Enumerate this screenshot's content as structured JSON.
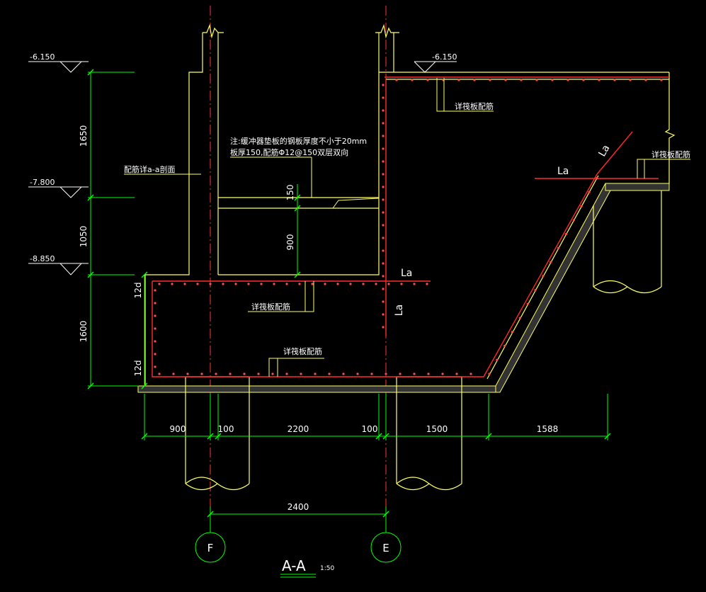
{
  "colors": {
    "background": "#000000",
    "concrete": "#ffff66",
    "dimension": "#00ff00",
    "rebar": "#ff2a2a",
    "grid_axis": "#ff3333",
    "text": "#ffffff"
  },
  "elevations": {
    "top_left": "-6.150",
    "top_right": "-6.150",
    "mid": "-7.800",
    "bottom": "-8.850"
  },
  "vertical_dims": {
    "d1": "1650",
    "d2": "1050",
    "d3": "1600",
    "d4": "12d",
    "d5": "12d",
    "d6": "150",
    "d7": "900"
  },
  "horizontal_dims": {
    "d1": "900",
    "d2": "100",
    "d3": "2200",
    "d4": "100",
    "d5": "1500",
    "d6": "1588",
    "axis_span": "2400"
  },
  "labels": {
    "note_line1": "注:缓冲器垫板的钢板厚度不小于20mm",
    "note_line2": "板厚150,配筋Φ12@150双层双向",
    "rebar_ref": "配筋详a-a剖面",
    "raft_ref_top": "详筏板配筋",
    "raft_ref_mid": "详筏板配筋",
    "raft_ref_bottom": "详筏板配筋",
    "raft_ref_right": "详筏板配筋",
    "la_1": "La",
    "la_2": "La",
    "la_3": "La",
    "la_4": "La"
  },
  "axes": {
    "left": "F",
    "right": "E"
  },
  "section": {
    "title": "A-A",
    "scale": "1:50"
  }
}
